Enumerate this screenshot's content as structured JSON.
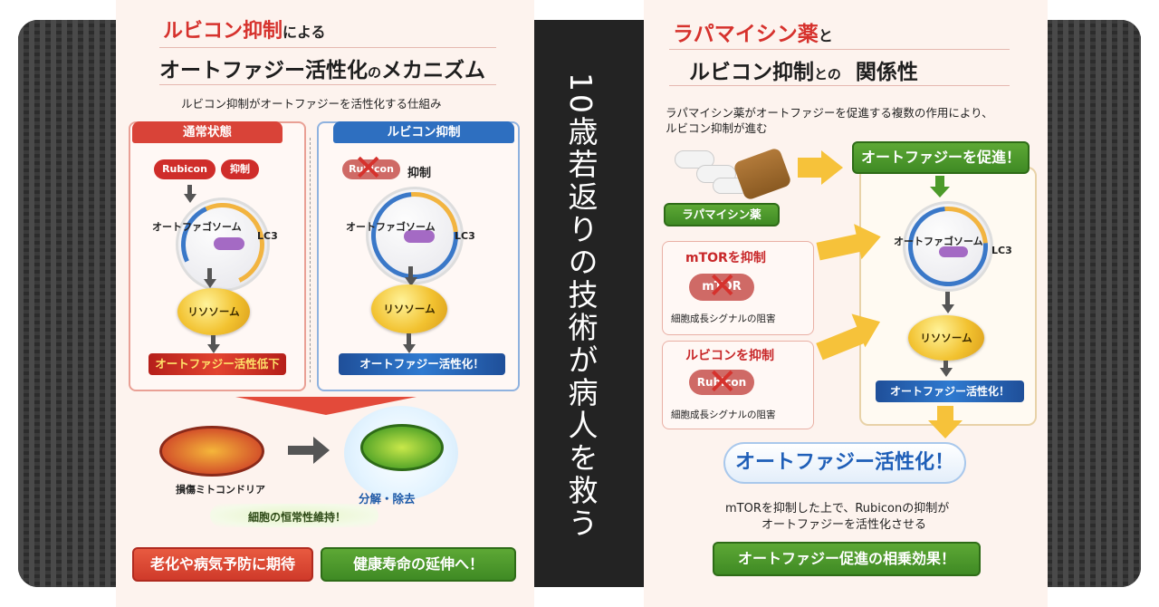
{
  "main_title": "10歳若返りの技術が病人を救う",
  "left": {
    "title_red": "ルビコン抑制",
    "title_suffix": "による",
    "title_line2a": "オートファジー活性化",
    "title_line2b": "の",
    "title_line2c": "メカニズム",
    "subtitle": "ルビコン抑制がオートファジーを活性化する仕組み",
    "normal": {
      "header": "通常状態",
      "rubicon": "Rubicon",
      "inhibit": "抑制",
      "autophagosome": "オートファゴソーム",
      "lc3": "LC3",
      "lysosome": "リソソーム",
      "result": "オートファジー活性低下"
    },
    "suppressed": {
      "header": "ルビコン抑制",
      "rubicon": "Rubicon",
      "inhibit": "抑制",
      "autophagosome": "オートファゴソーム",
      "lc3": "LC3",
      "lysosome": "リソソーム",
      "result": "オートファジー活性化！"
    },
    "damaged_mito": "損傷ミトコンドリア",
    "degrade": "分解・除去",
    "homeostasis": "細胞の恒常性維持！",
    "btn_aging": "老化や病気予防に期待",
    "btn_health": "健康寿命の延伸へ！"
  },
  "right": {
    "title_red": "ラパマイシン薬",
    "title_suffix": "と",
    "title_line2a": "ルビコン抑制",
    "title_line2b": "との",
    "title_line2c": "関係性",
    "subtitle_1": "ラパマイシン薬がオートファジーを促進する複数の作用により、",
    "subtitle_2": "ルビコン抑制が進む",
    "drug_label": "ラパマイシン薬",
    "promote": "オートファジーを促進！",
    "mtor_head": "mTORを抑制",
    "mtor": "mTOR",
    "mtor_note": "細胞成長シグナルの阻害",
    "rubicon_head": "ルビコンを抑制",
    "rubicon": "Rubicon",
    "rubicon_note": "細胞成長シグナルの阻害",
    "autophagosome": "オートファゴソーム",
    "lc3": "LC3",
    "lysosome": "リソソーム",
    "result": "オートファジー活性化！",
    "big_result": "オートファジー活性化！",
    "explain_1": "mTORを抑制した上で、Rubiconの抑制が",
    "explain_2": "オートファジーを活性化させる",
    "synergy": "オートファジー促進の相乗効果！"
  },
  "colors": {
    "red": "#d6322d",
    "blue": "#2e6fc0",
    "green": "#4c9a2a",
    "yellow": "#f2c230"
  }
}
